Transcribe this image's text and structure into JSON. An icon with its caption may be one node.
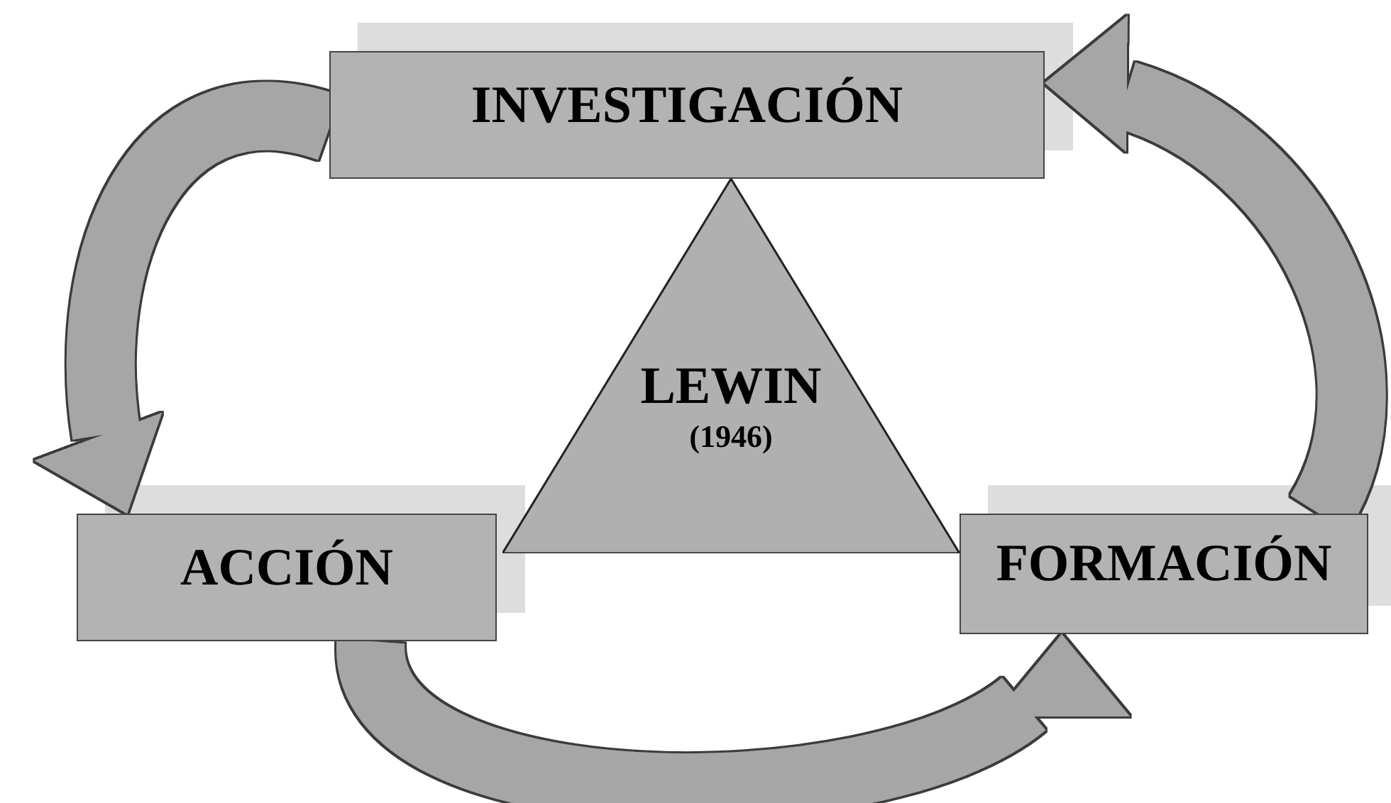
{
  "diagram": {
    "nodes": [
      {
        "text": [
          "INVESTIGACIÓN"
        ]
      },
      {
        "text": [
          "LEWIN",
          "(1946)"
        ]
      },
      {
        "text": [
          "ACCIÓN"
        ]
      },
      {
        "text": [
          "FORMACIÓN"
        ]
      }
    ],
    "edges": [
      {
        "from": 0,
        "to": 2,
        "arrow": "to"
      },
      {
        "from": 2,
        "to": 3,
        "arrow": "to"
      },
      {
        "from": 3,
        "to": 0,
        "arrow": "to"
      }
    ]
  }
}
